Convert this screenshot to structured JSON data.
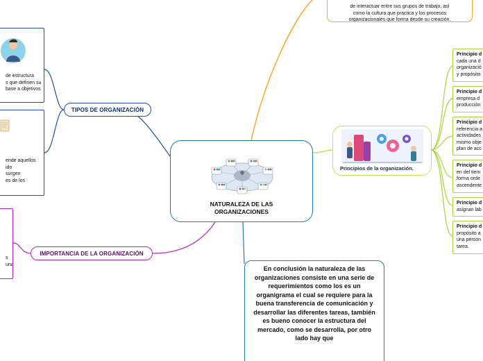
{
  "central": {
    "title_line1": "NATURALEZA DE LAS",
    "title_line2": "ORGANIZACIONES",
    "image_icon": "network-people-icon"
  },
  "top_right": {
    "line1": "de interactuar entre sus grupos de trabajo, así",
    "line2": "como la cultura que practica y los procesos",
    "line3": "organizacionales que forma desde su creación."
  },
  "conclusion": {
    "text": "En conclusión la naturaleza de las organizaciones consiste en una serie de requerimientos como los es un organigrama el cual se requiere para la buena transferencia de comunicación y desarrollar las diferentes tareas, también es bueno conocer la estructura del mercado, como se desarrolla, por otro lado hay que"
  },
  "branches": {
    "tipos": "TIPOS DE ORGANIZACIÓN",
    "importancia": "IMPORTANCIA DE LA ORGANIZACIÓN"
  },
  "principios": {
    "caption": "Principios de la organización.",
    "image_icon": "teamwork-gears-icon"
  },
  "left_nodes": {
    "node1": {
      "lines": [
        "de estructura",
        "s que definen su",
        "base a objetivos"
      ]
    },
    "node2": {
      "lines": [
        "ende aquellos",
        "ido",
        "surgen",
        "es de los"
      ]
    },
    "node3": {
      "lines": [
        "",
        "",
        "s",
        "una"
      ]
    }
  },
  "green_nodes": [
    {
      "bold": "Principio d",
      "lines": [
        "cada una d",
        "organizació",
        "y propósito"
      ]
    },
    {
      "bold": "Principio d",
      "lines": [
        "empresa d",
        "producción"
      ]
    },
    {
      "bold": "Principio d",
      "lines": [
        "referencia a",
        "actividades",
        "mismo obje",
        "plan de acc"
      ]
    },
    {
      "bold": "Principio d",
      "lines": [
        "en del tiem",
        "forma orde",
        "ascendente"
      ]
    },
    {
      "bold": "Principio d",
      "lines": [
        "asignan lab"
      ]
    },
    {
      "bold": "Principio d",
      "lines": [
        "propósito a",
        "una person",
        "tarea."
      ]
    }
  ],
  "colors": {
    "central_border": "#1f78b4",
    "orange": "#f5a623",
    "green": "#a8d53a",
    "blue_left": "#1f4fb4",
    "purple": "#b522c8",
    "lime": "#c8e04e"
  }
}
